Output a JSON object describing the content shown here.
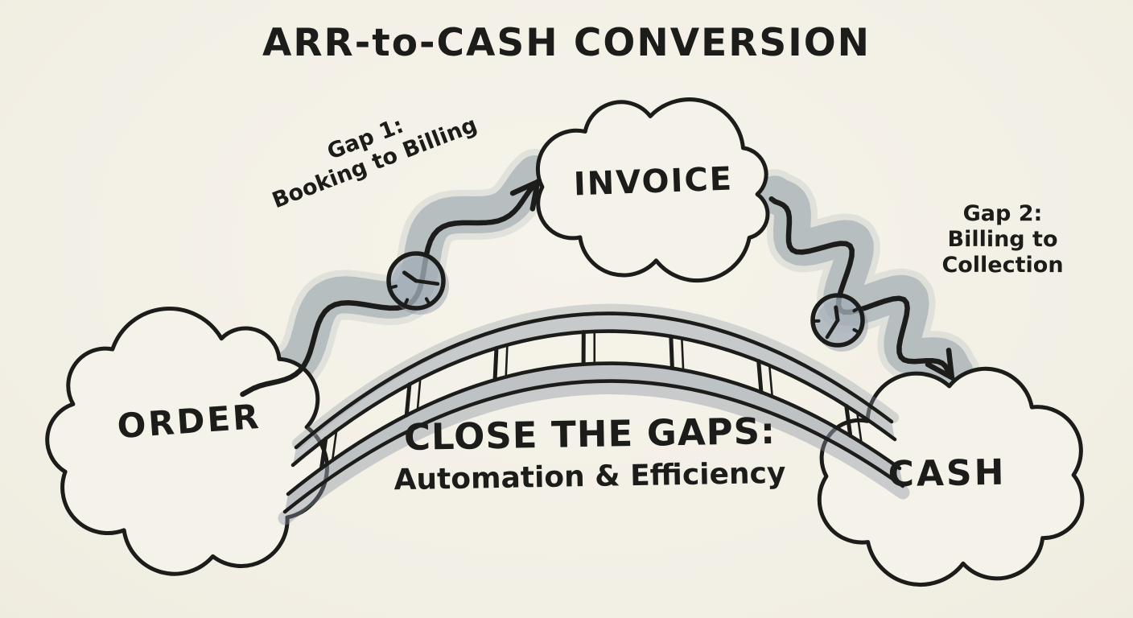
{
  "title": "ARR-to-CASH CONVERSION",
  "nodes": {
    "order": {
      "label": "ORDER"
    },
    "invoice": {
      "label": "INVOICE"
    },
    "cash": {
      "label": "CASH"
    }
  },
  "gaps": {
    "gap1": {
      "lines": [
        "Gap 1:",
        "Booking to Billing"
      ]
    },
    "gap2": {
      "lines": [
        "Gap 2:",
        "Billing to",
        "Collection"
      ]
    }
  },
  "bridge": {
    "heading": "CLOSE THE GAPS:",
    "subheading": "Automation & Efficiency"
  },
  "icons": [
    {
      "name": "clock-icon",
      "meaning": "time delay booking to billing"
    },
    {
      "name": "clock-icon",
      "meaning": "time delay billing to collection"
    }
  ],
  "colors": {
    "background": "#f3f0e7",
    "ink": "#1c1c1a",
    "watercolor": "#8fa0ae",
    "cloud_fill": "#f5f2e9"
  }
}
